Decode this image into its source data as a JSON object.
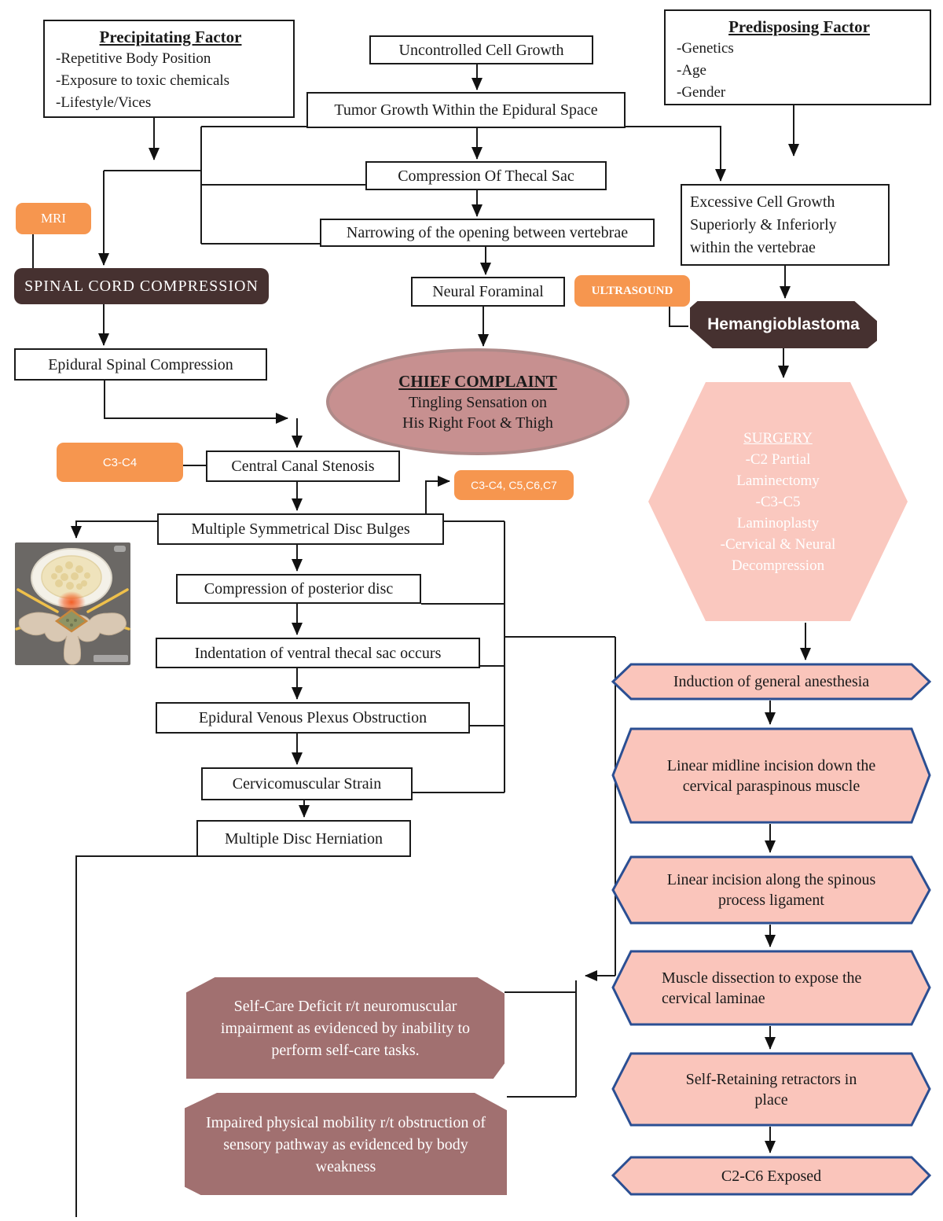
{
  "factors": {
    "precipitating": {
      "title": "Precipitating Factor",
      "items": [
        "-Repetitive Body Position",
        "-Exposure to toxic chemicals",
        "-Lifestyle/Vices"
      ]
    },
    "predisposing": {
      "title": "Predisposing Factor",
      "items": [
        "-Genetics",
        "-Age",
        "-Gender"
      ]
    }
  },
  "nodes": {
    "uncontrolled": "Uncontrolled Cell Growth",
    "tumor_growth": "Tumor Growth Within the Epidural Space",
    "compression_thecal": "Compression Of Thecal Sac",
    "narrowing": "Narrowing of the opening between vertebrae",
    "neural_foraminal": "Neural Foraminal",
    "spinal_cord_compression": "SPINAL CORD COMPRESSION",
    "epidural_spinal_compression": "Epidural Spinal Compression",
    "excessive_growth": "Excessive Cell Growth Superiorly & Inferiorly within the vertebrae",
    "hemangioblastoma": "Hemangioblastoma",
    "central_canal_stenosis": "Central Canal Stenosis",
    "disc_bulges": "Multiple Symmetrical Disc Bulges",
    "posterior_disc": "Compression of posterior disc",
    "indentation": "Indentation of ventral thecal sac occurs",
    "venous_plexus": "Epidural Venous Plexus Obstruction",
    "cervicomuscular": "Cervicomuscular Strain",
    "disc_herniation": "Multiple Disc Herniation"
  },
  "labels": {
    "mri": "MRI",
    "ultrasound": "ULTRASOUND",
    "c3c4": "C3-C4",
    "c3c4_c5c6c7": "C3-C4, C5,C6,C7"
  },
  "chief_complaint": {
    "title": "CHIEF COMPLAINT",
    "line1": "Tingling Sensation on",
    "line2": "His Right Foot & Thigh"
  },
  "surgery": {
    "title": "SURGERY",
    "lines": [
      "-C2 Partial",
      "Laminectomy",
      "-C3-C5",
      "Laminoplasty",
      "-Cervical & Neural",
      "Decompression"
    ]
  },
  "surgery_steps": [
    "Induction of general anesthesia",
    "Linear midline incision down the cervical paraspinous muscle",
    "Linear incision along the spinous process ligament",
    "Muscle dissection to expose the cervical laminae",
    "Self-Retaining retractors in place",
    "C2-C6 Exposed"
  ],
  "nursing_diagnoses": [
    "Self-Care Deficit r/t neuromuscular impairment as evidenced by inability to perform self-care tasks.",
    "Impaired physical mobility r/t obstruction of sensory pathway as evidenced by body weakness"
  ],
  "icons": {
    "vertebra_image": "vertebra-cross-section-illustration"
  },
  "colors": {
    "orange_label": "#F6964F",
    "dark_box": "#463130",
    "nursing_box": "#A17070",
    "ellipse_fill": "#C79090",
    "hexagon_fill": "#FAC8BF",
    "chevron_fill": "#FAC5BB",
    "chevron_border": "#2B4F93"
  }
}
